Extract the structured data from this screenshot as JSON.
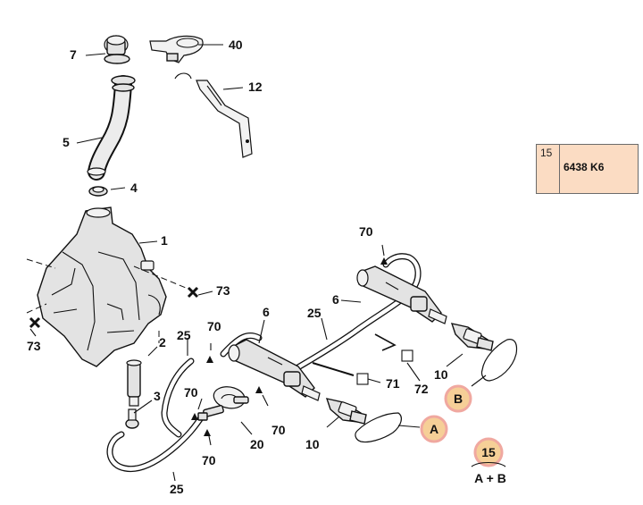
{
  "reference_box": {
    "number": "15",
    "code": "6438 K6"
  },
  "callouts": {
    "c7": "7",
    "c40": "40",
    "c12": "12",
    "c5": "5",
    "c4": "4",
    "c1": "1",
    "c73a": "73",
    "c73b": "73",
    "c2": "2",
    "c3": "3",
    "c25a": "25",
    "c25b": "25",
    "c25c": "25",
    "c70a": "70",
    "c70b": "70",
    "c70c": "70",
    "c70d": "70",
    "c70e": "70",
    "c6a": "6",
    "c6b": "6",
    "c20": "20",
    "c10a": "10",
    "c10b": "10",
    "c71": "71",
    "c72": "72"
  },
  "badges": {
    "a": "A",
    "b": "B",
    "n15": "15",
    "ab": "A + B"
  }
}
